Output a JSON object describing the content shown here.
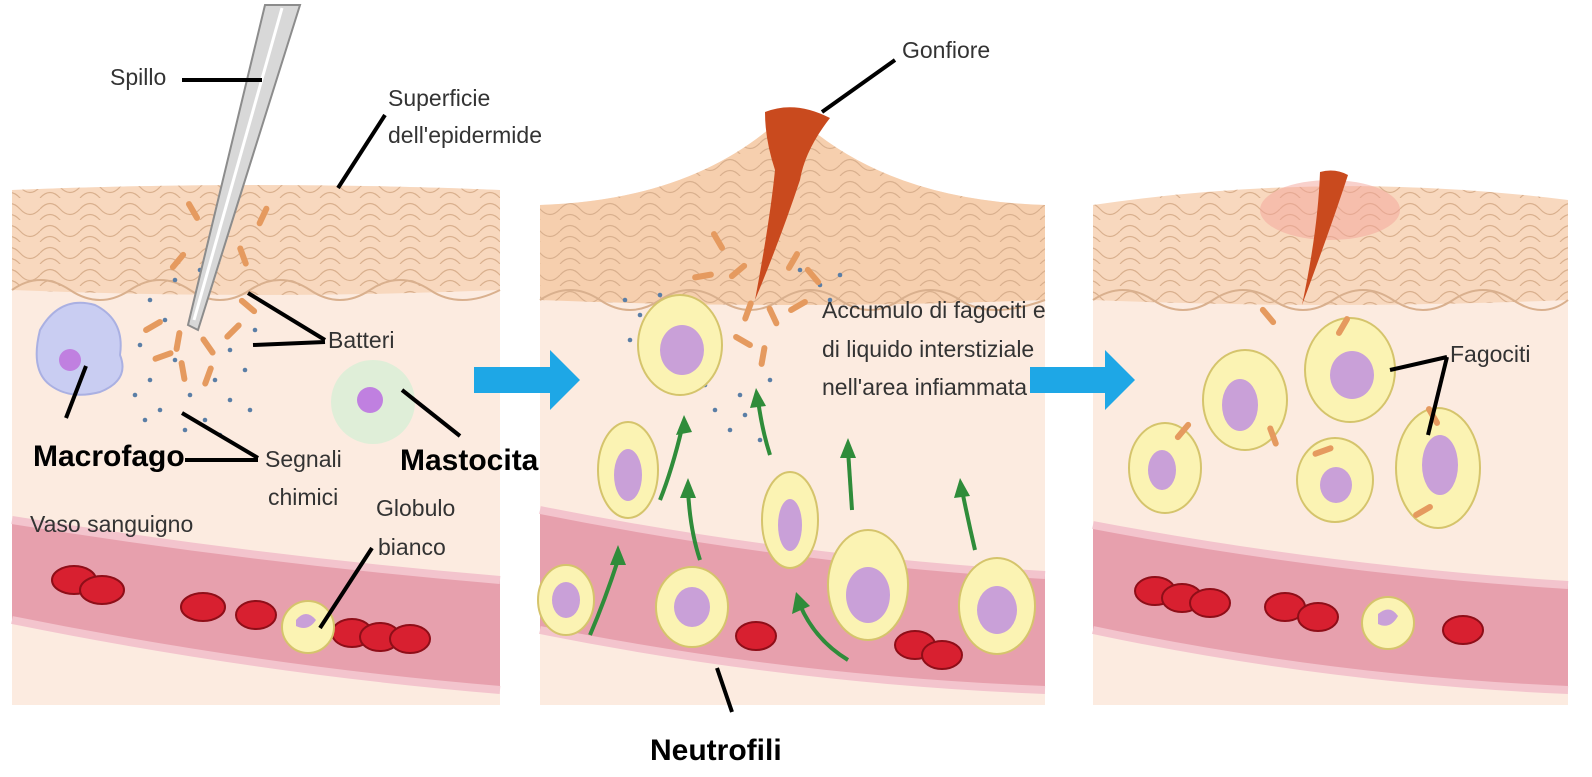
{
  "labels": {
    "spillo": "Spillo",
    "superficie_1": "Superficie",
    "superficie_2": "dell'epidermide",
    "batteri": "Batteri",
    "macrofago": "Macrofago",
    "segnali_1": "Segnali",
    "segnali_2": "chimici",
    "mastocita": "Mastocita",
    "vaso": "Vaso sanguigno",
    "globulo_1": "Globulo",
    "globulo_2": "bianco",
    "gonfiore": "Gonfiore",
    "accumulo_1": "Accumulo di fagociti e",
    "accumulo_2": "di liquido interstiziale",
    "accumulo_3": "nell'area  infiammata",
    "neutrofili": "Neutrofili",
    "fagociti": "Fagociti"
  },
  "colors": {
    "skin": "#fbe3d2",
    "skin_top": "#f8d8be",
    "tissue": "#fcebe0",
    "vessel": "#e7a0ad",
    "vessel_wall": "#f3c4cd",
    "red_cell": "#d82030",
    "phagocyte": "#fbf3b3",
    "nucleus": "#c9a0d8",
    "bacteria": "#e59a5f",
    "arrow_blue": "#1ea7e6",
    "arrow_green": "#2f8c3a",
    "wound": "#c94a1e"
  }
}
